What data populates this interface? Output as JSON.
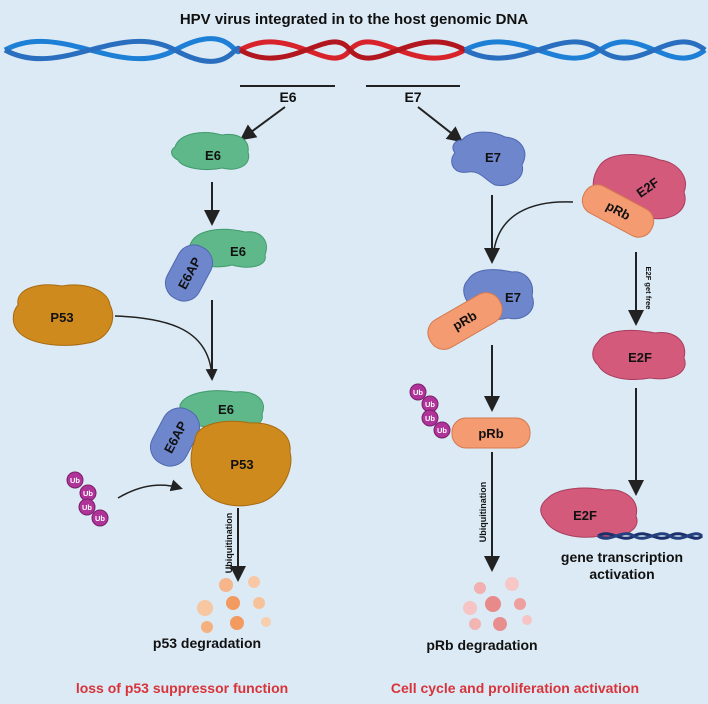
{
  "title": "HPV virus integrated in to the host genomic DNA",
  "genes": {
    "e6": "E6",
    "e7": "E7"
  },
  "left": {
    "e6_protein": "E6",
    "complex1": {
      "e6": "E6",
      "e6ap": "E6AP"
    },
    "p53": "P53",
    "complex2": {
      "e6": "E6",
      "e6ap": "E6AP",
      "p53": "P53"
    },
    "ub_labels": [
      "Ub",
      "Ub",
      "Ub",
      "Ub"
    ],
    "ubiquitination": "Ubiquitination",
    "caption": "p53 degradation",
    "outcome": "loss of p53 suppressor function"
  },
  "right": {
    "e7_protein": "E7",
    "e2f_prb": {
      "e2f": "E2F",
      "prb": "pRb"
    },
    "e2f_get_free": "E2F get free",
    "e7_prb": {
      "e7": "E7",
      "prb": "pRb"
    },
    "e2f_free": "E2F",
    "ub_labels": [
      "Ub",
      "Ub",
      "Ub",
      "Ub"
    ],
    "prb_alone": "pRb",
    "ubiquitination": "Ubiquitination",
    "caption": "pRb degradation",
    "e2f_dna": "E2F",
    "gene_transcription": "gene transcription",
    "activation": "activation",
    "outcome": "Cell cycle and proliferation activation"
  },
  "colors": {
    "background": "#dbeaf4",
    "dna_blue": "#1e7fd6",
    "dna_red": "#d8232a",
    "e6": "#5fb88a",
    "e6ap": "#6d86cc",
    "p53": "#cf8a1e",
    "e7": "#6d86cc",
    "prb": "#f59b71",
    "e2f": "#d45a7c",
    "ub": "#b0339a",
    "outcome_text": "#d8333a"
  }
}
